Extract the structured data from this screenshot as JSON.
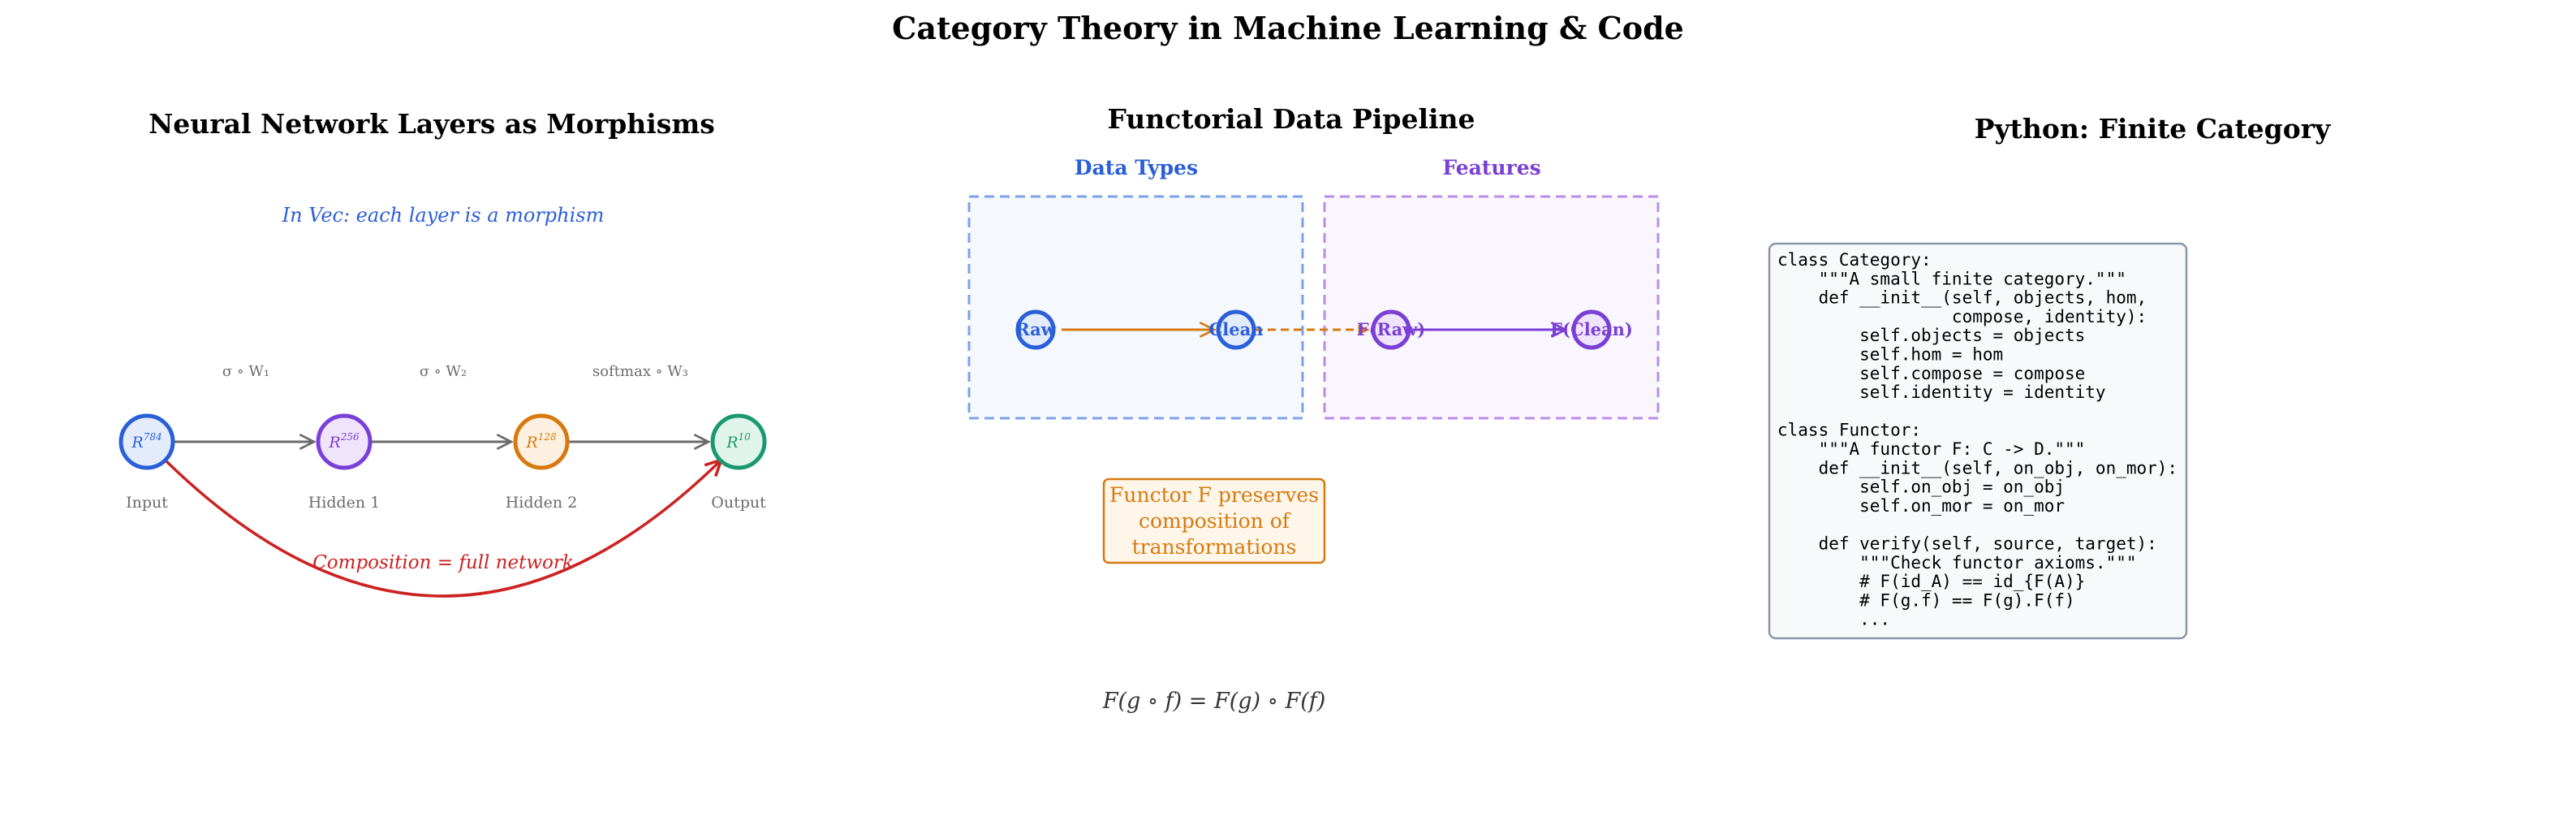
{
  "title": "Category Theory in Machine Learning & Code",
  "colors": {
    "blue": "#2b5fd9",
    "purple": "#7a3fd6",
    "orange": "#d67a10",
    "green": "#1a9970",
    "red": "#cc2222",
    "gray": "#6b6b6b"
  },
  "neural": {
    "title": "Neural Network Layers as Morphisms",
    "subtitle": "In Vec: each layer is a morphism",
    "nodes": [
      {
        "dim": "784",
        "label": "Input"
      },
      {
        "dim": "256",
        "label": "Hidden 1"
      },
      {
        "dim": "128",
        "label": "Hidden 2"
      },
      {
        "dim": "10",
        "label": "Output"
      }
    ],
    "edges": [
      "σ ∘ W₁",
      "σ ∘ W₂",
      "softmax ∘ W₃"
    ],
    "composition_label": "Composition = full network"
  },
  "pipeline": {
    "title": "Functorial Data Pipeline",
    "groups": [
      {
        "title": "Data Types",
        "nodes": [
          "Raw",
          "Clean"
        ]
      },
      {
        "title": "Features",
        "nodes": [
          "F(Raw)",
          "F(Clean)"
        ]
      }
    ],
    "functor_box": [
      "Functor F preserves",
      "composition of",
      "transformations"
    ],
    "equation": "F(g ∘ f) = F(g) ∘ F(f)"
  },
  "code": {
    "title": "Python: Finite Category",
    "lines": [
      "class Category:",
      "    \"\"\"A small finite category.\"\"\"",
      "    def __init__(self, objects, hom,",
      "                 compose, identity):",
      "        self.objects = objects",
      "        self.hom = hom",
      "        self.compose = compose",
      "        self.identity = identity",
      "",
      "class Functor:",
      "    \"\"\"A functor F: C -> D.\"\"\"",
      "    def __init__(self, on_obj, on_mor):",
      "        self.on_obj = on_obj",
      "        self.on_mor = on_mor",
      "",
      "    def verify(self, source, target):",
      "        \"\"\"Check functor axioms.\"\"\"",
      "        # F(id_A) == id_{F(A)}",
      "        # F(g.f) == F(g).F(f)",
      "        ..."
    ]
  }
}
